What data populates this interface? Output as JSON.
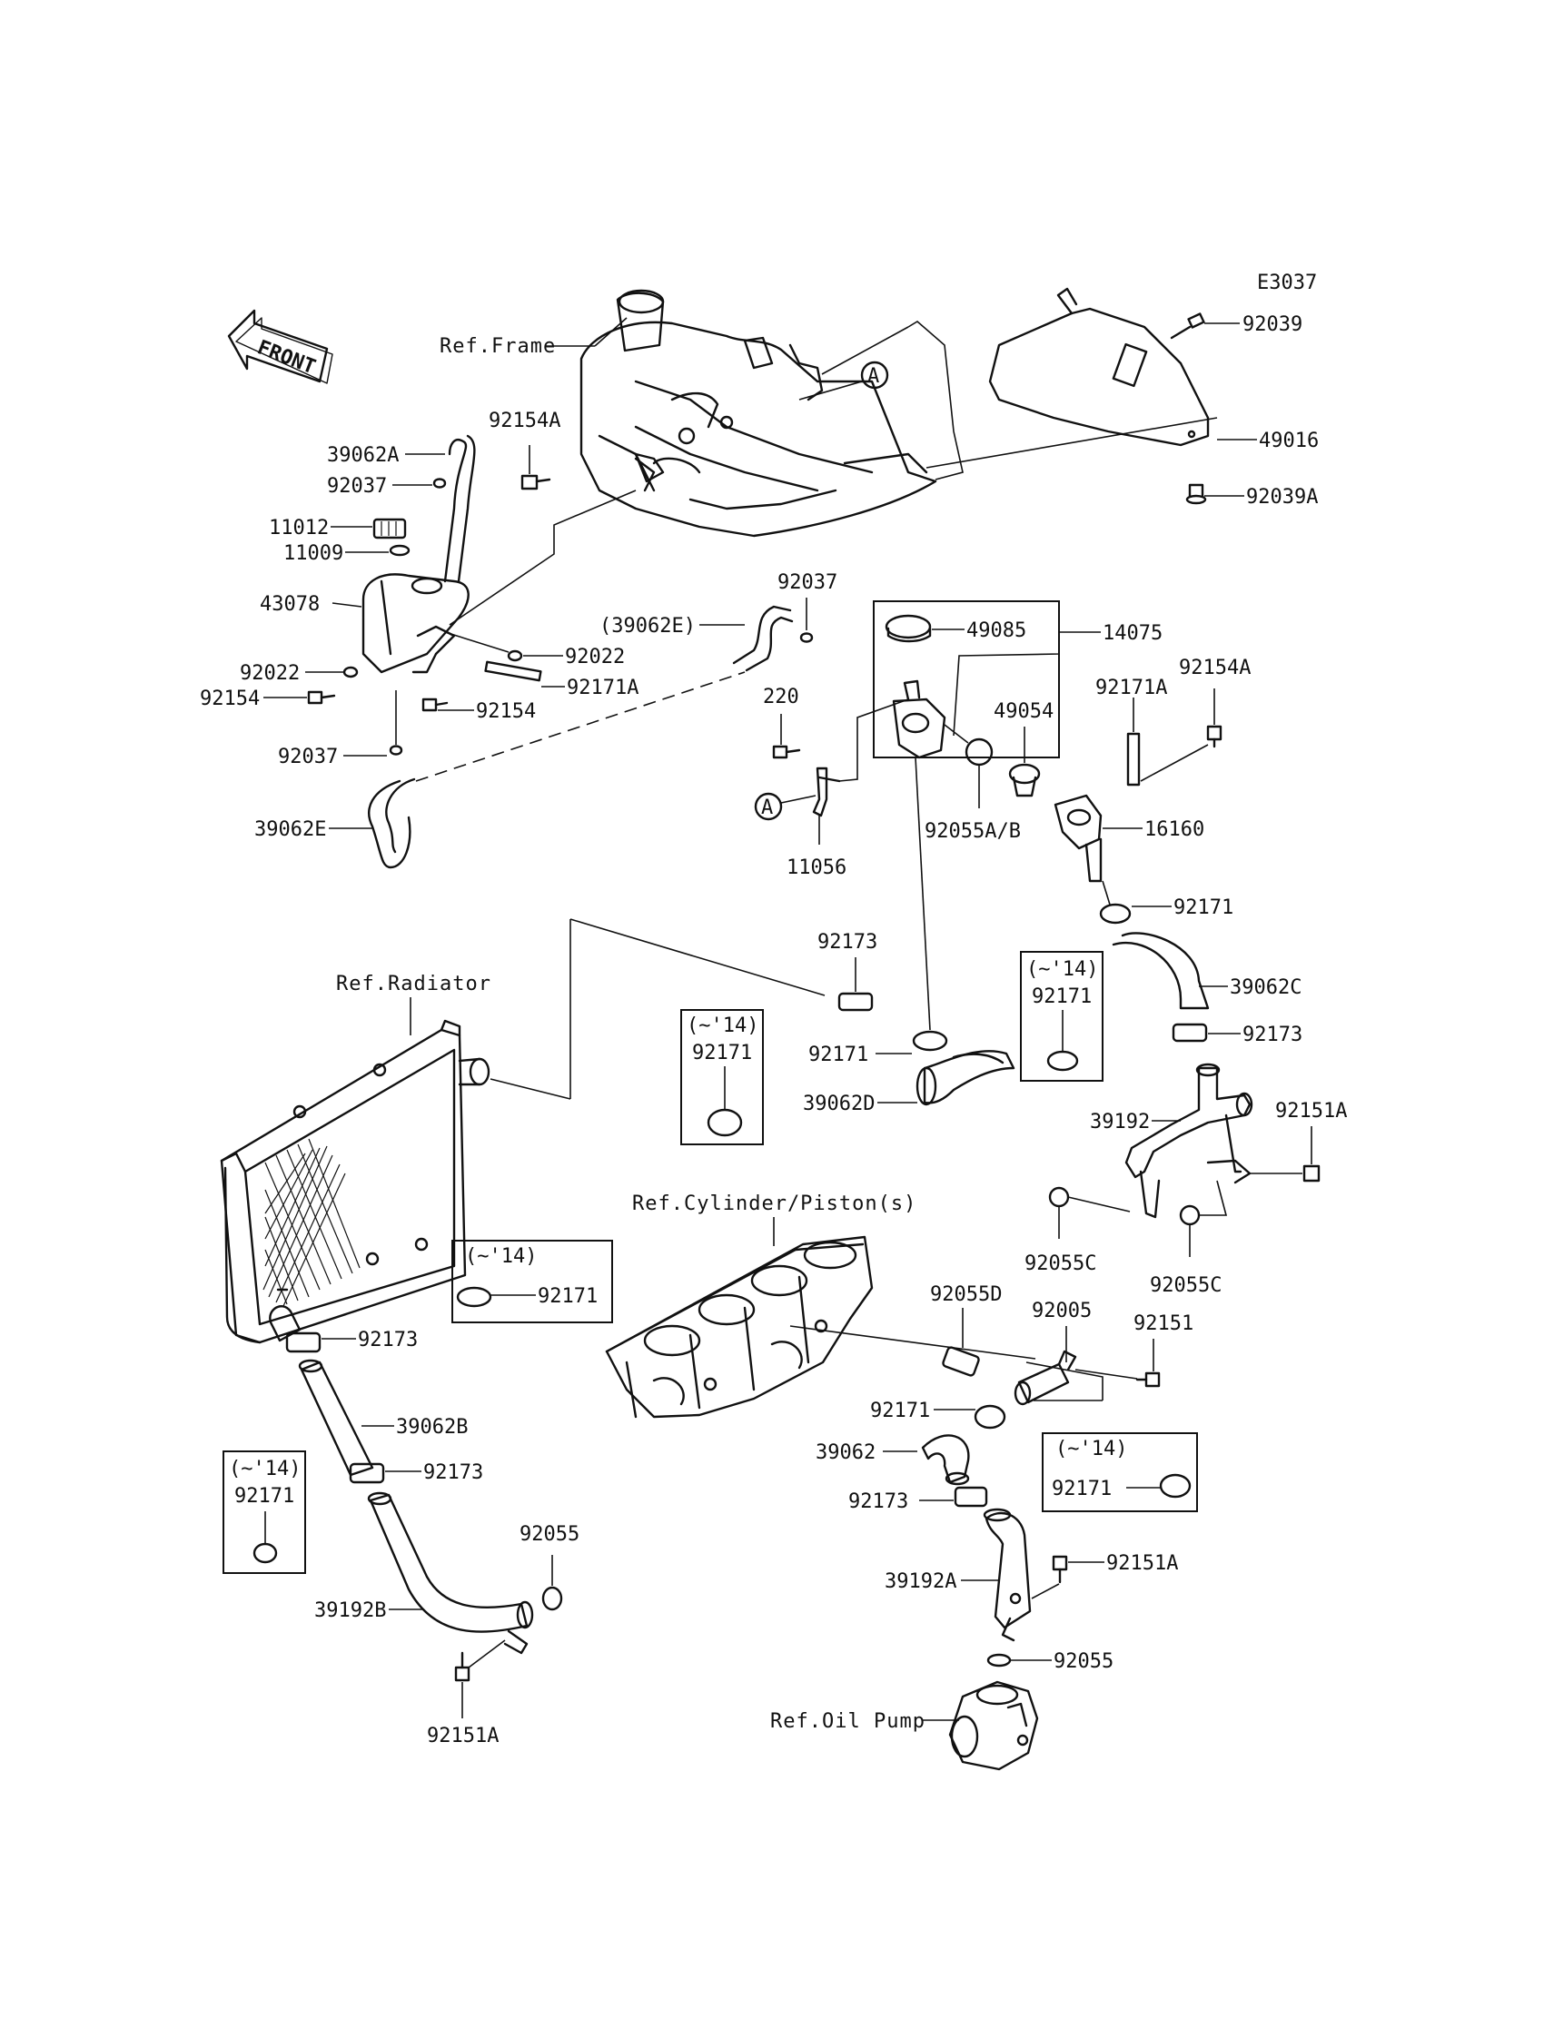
{
  "diagram_code": "E3037",
  "front_label": "FRONT",
  "refs": {
    "frame": "Ref.Frame",
    "radiator": "Ref.Radiator",
    "cylinder": "Ref.Cylinder/Piston(s)",
    "oil_pump": "Ref.Oil Pump"
  },
  "markers": {
    "a": "A"
  },
  "year_note": "(~'14)",
  "parts": {
    "p92039": "92039",
    "p49016": "49016",
    "p92039A": "92039A",
    "p92154A": "92154A",
    "p39062A": "39062A",
    "p92037": "92037",
    "p11012": "11012",
    "p11009": "11009",
    "p43078": "43078",
    "p92022": "92022",
    "p92171A": "92171A",
    "p92154": "92154",
    "p39062E": "39062E",
    "p39062E_ref": "(39062E)",
    "p220": "220",
    "p11056": "11056",
    "p49085": "49085",
    "p14075": "14075",
    "p49054": "49054",
    "p92055AB": "92055A/B",
    "p16160": "16160",
    "p92171": "92171",
    "p39062C": "39062C",
    "p92173": "92173",
    "p39062D": "39062D",
    "p39192": "39192",
    "p92151A": "92151A",
    "p92055C": "92055C",
    "p92055D": "92055D",
    "p92005": "92005",
    "p92151": "92151",
    "p39062": "39062",
    "p39062B": "39062B",
    "p92055": "92055",
    "p39192B": "39192B",
    "p39192A": "39192A"
  }
}
